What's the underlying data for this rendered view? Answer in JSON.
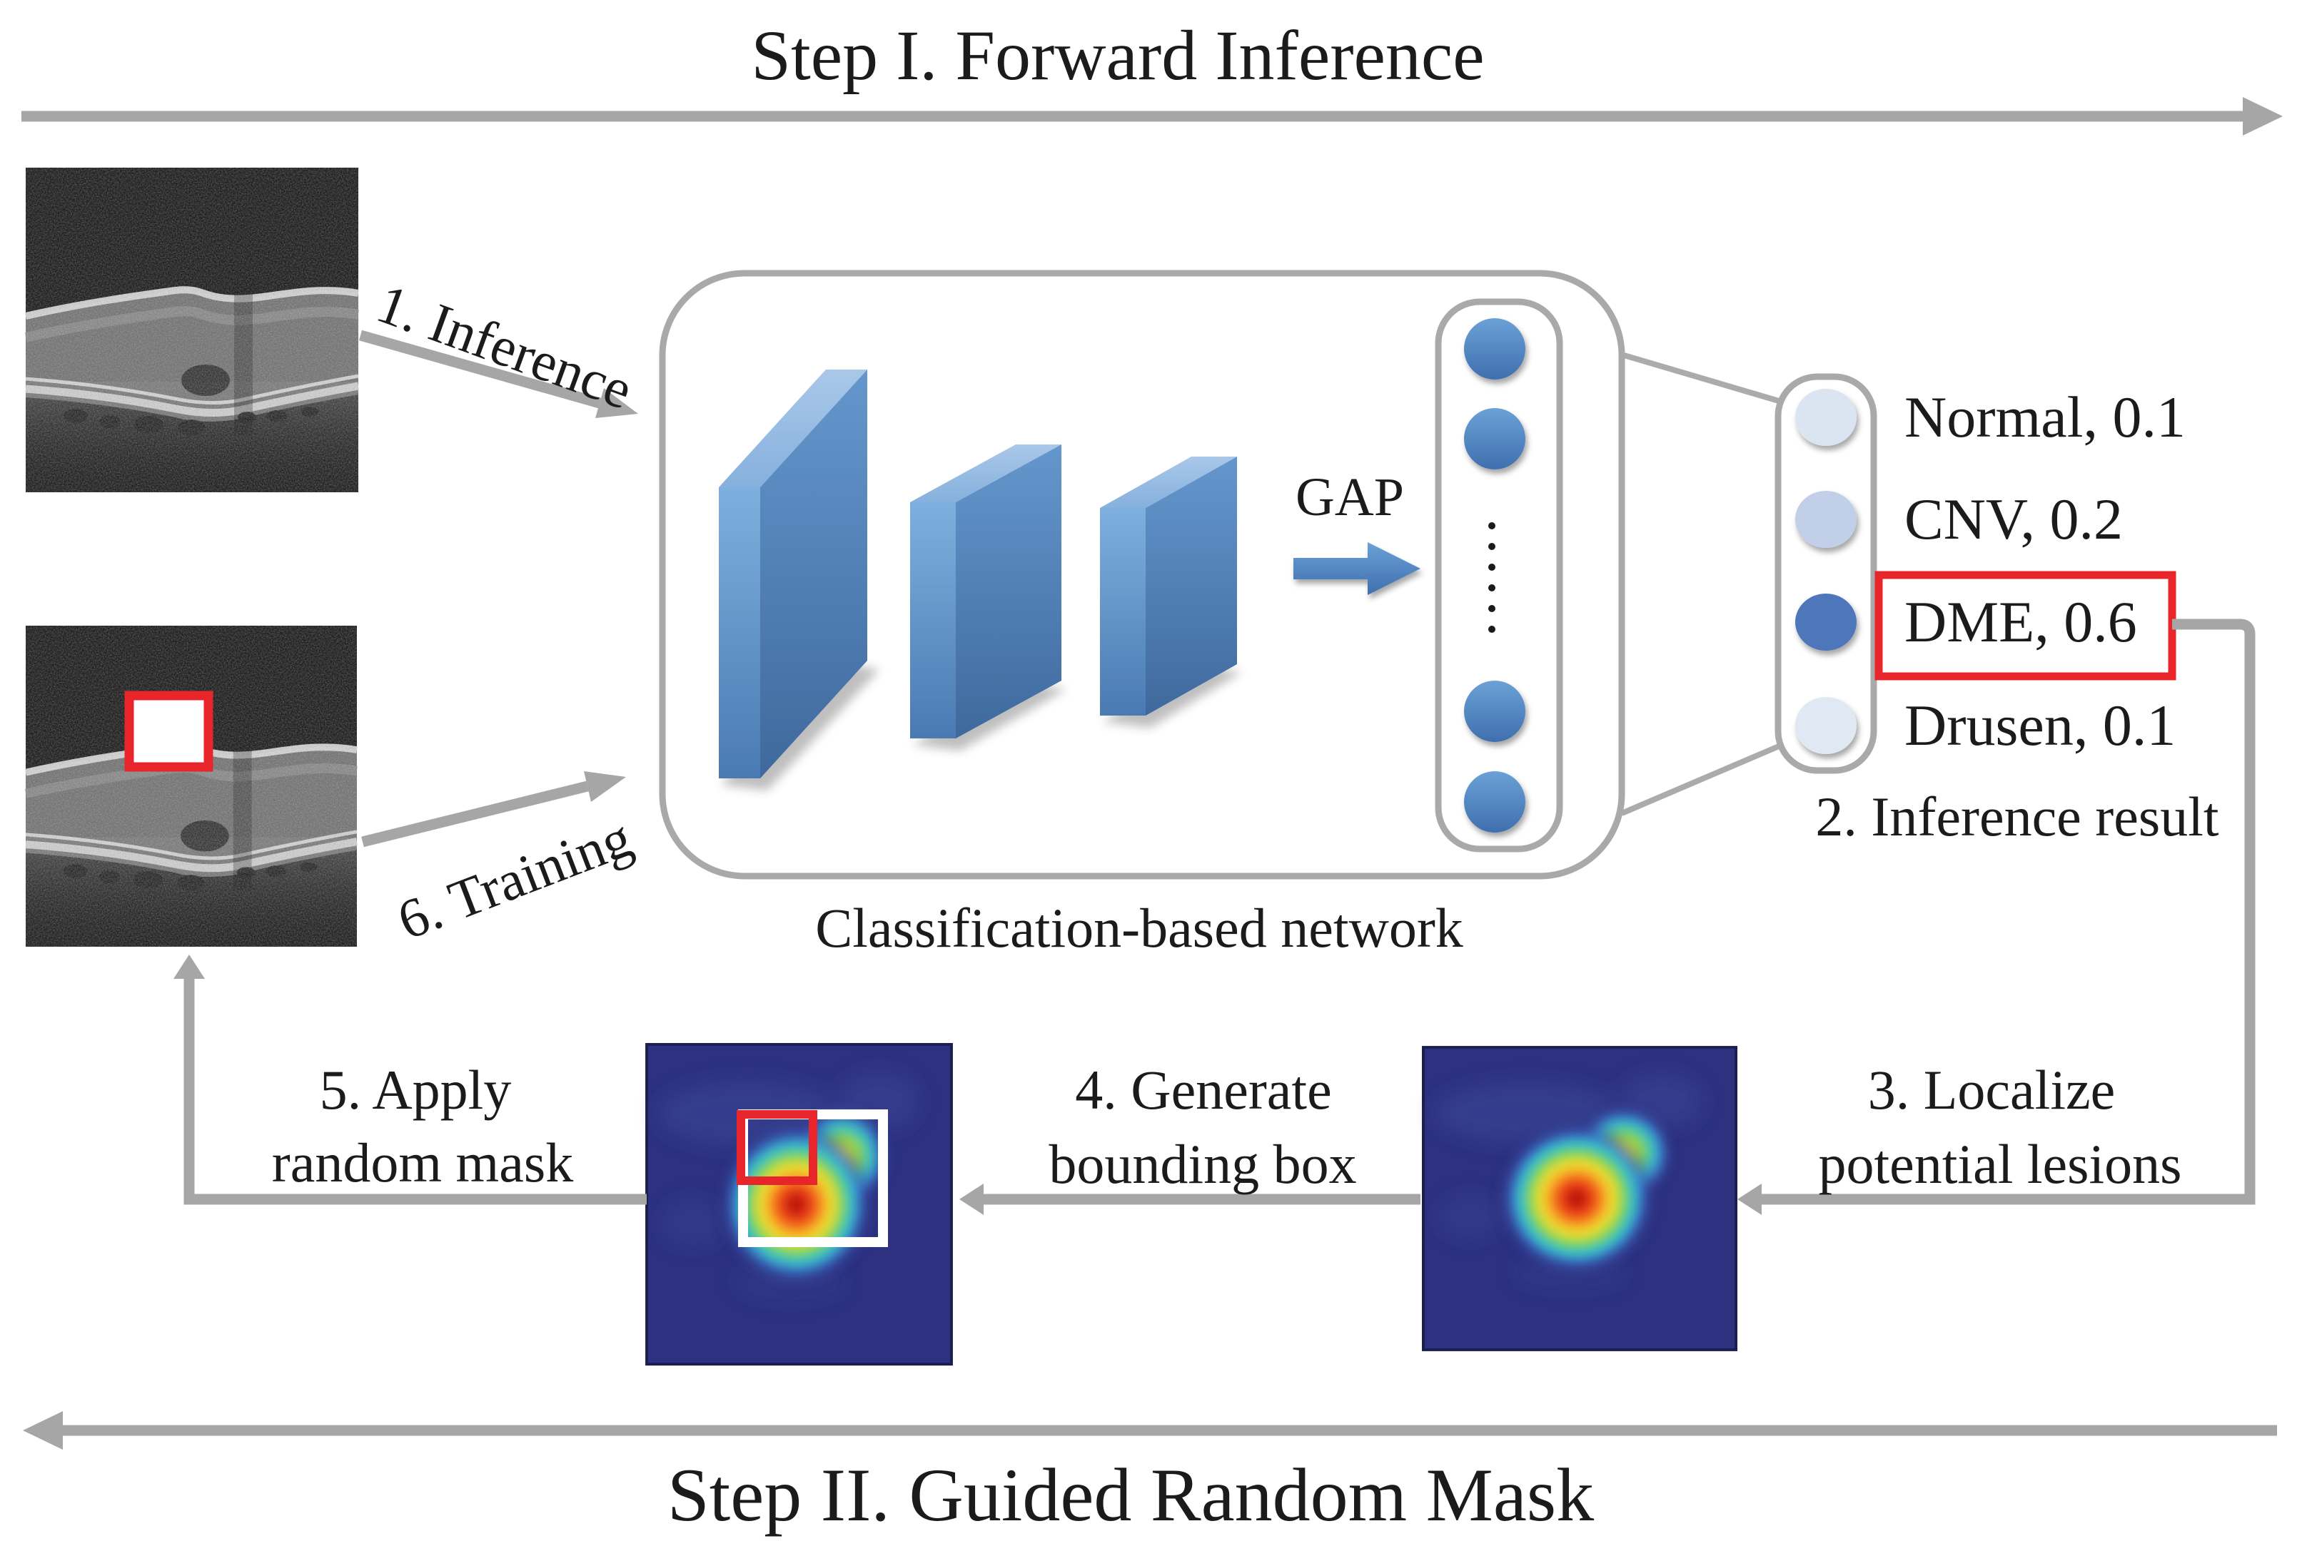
{
  "figure": {
    "step1_title": "Step I. Forward Inference",
    "step2_title": "Step II. Guided Random Mask"
  },
  "network": {
    "caption": "Classification-based network",
    "gap_label": "GAP",
    "conv_layer_count": 3
  },
  "flow": {
    "step1": "1. Inference",
    "step2": "2. Inference result",
    "step3_line1": "3. Localize",
    "step3_line2": "potential lesions",
    "step4_line1": "4. Generate",
    "step4_line2": "bounding box",
    "step5_line1": "5. Apply",
    "step5_line2": "random mask",
    "step6": "6. Training"
  },
  "classifier": {
    "classes": [
      {
        "name": "Normal",
        "probability": 0.1,
        "label": "Normal, 0.1",
        "color": "#dbe5f1",
        "highlighted": false
      },
      {
        "name": "CNV",
        "probability": 0.2,
        "label": "CNV, 0.2",
        "color": "#c1d0e8",
        "highlighted": false
      },
      {
        "name": "DME",
        "probability": 0.6,
        "label": "DME, 0.6",
        "color": "#4d77ba",
        "highlighted": true
      },
      {
        "name": "Drusen",
        "probability": 0.1,
        "label": "Drusen, 0.1",
        "color": "#dfe8f3",
        "highlighted": false
      }
    ]
  },
  "icons": {
    "forward_flow": "arrow-right-icon",
    "backward_flow": "arrow-left-icon",
    "gap_pool": "block-arrow-right-icon",
    "upward_feedback": "arrow-up-icon"
  },
  "colors": {
    "arrow_gray": "#a6a6a6",
    "outline_gray": "#a9a9a9",
    "highlight_red": "#e8252a",
    "slab_blue": "#4f81bd",
    "node_blue": "#4f86c6",
    "heatmap_background": "#2d3180",
    "text": "#1b1b1b"
  }
}
